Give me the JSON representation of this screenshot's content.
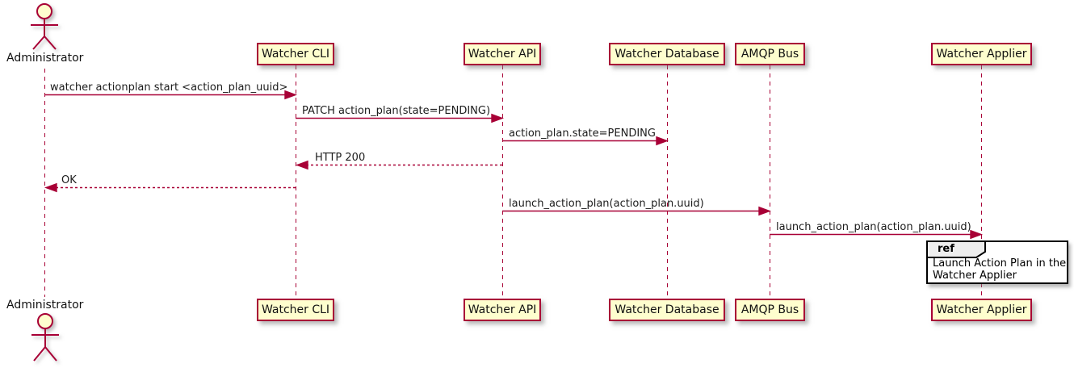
{
  "diagram_type": "sequence",
  "participants": [
    {
      "name": "Administrator",
      "type": "actor"
    },
    {
      "name": "Watcher CLI",
      "type": "participant"
    },
    {
      "name": "Watcher API",
      "type": "participant"
    },
    {
      "name": "Watcher Database",
      "type": "participant"
    },
    {
      "name": "AMQP Bus",
      "type": "participant"
    },
    {
      "name": "Watcher Applier",
      "type": "participant"
    }
  ],
  "messages": [
    {
      "from": "Administrator",
      "to": "Watcher CLI",
      "label": "watcher actionplan start <action_plan_uuid>",
      "line": "solid",
      "direction": "right"
    },
    {
      "from": "Watcher CLI",
      "to": "Watcher API",
      "label": "PATCH action_plan(state=PENDING)",
      "line": "solid",
      "direction": "right"
    },
    {
      "from": "Watcher API",
      "to": "Watcher Database",
      "label": "action_plan.state=PENDING",
      "line": "solid",
      "direction": "right"
    },
    {
      "from": "Watcher API",
      "to": "Watcher CLI",
      "label": "HTTP 200",
      "line": "dashed",
      "direction": "left"
    },
    {
      "from": "Watcher CLI",
      "to": "Administrator",
      "label": "OK",
      "line": "dashed",
      "direction": "left"
    },
    {
      "from": "Watcher API",
      "to": "AMQP Bus",
      "label": "launch_action_plan(action_plan.uuid)",
      "line": "solid",
      "direction": "right"
    },
    {
      "from": "AMQP Bus",
      "to": "Watcher Applier",
      "label": "launch_action_plan(action_plan.uuid)",
      "line": "solid",
      "direction": "right"
    }
  ],
  "ref_fragment": {
    "keyword": "ref",
    "text": "Launch Action Plan in the Watcher Applier",
    "over": "Watcher Applier"
  },
  "colors": {
    "participant_fill": "#FEFECE",
    "line_and_border": "#A80036",
    "text": "#1C1C1C",
    "ref_border": "#000000",
    "ref_tab_fill": "#EEEEEE",
    "background": "#FFFFFF"
  }
}
